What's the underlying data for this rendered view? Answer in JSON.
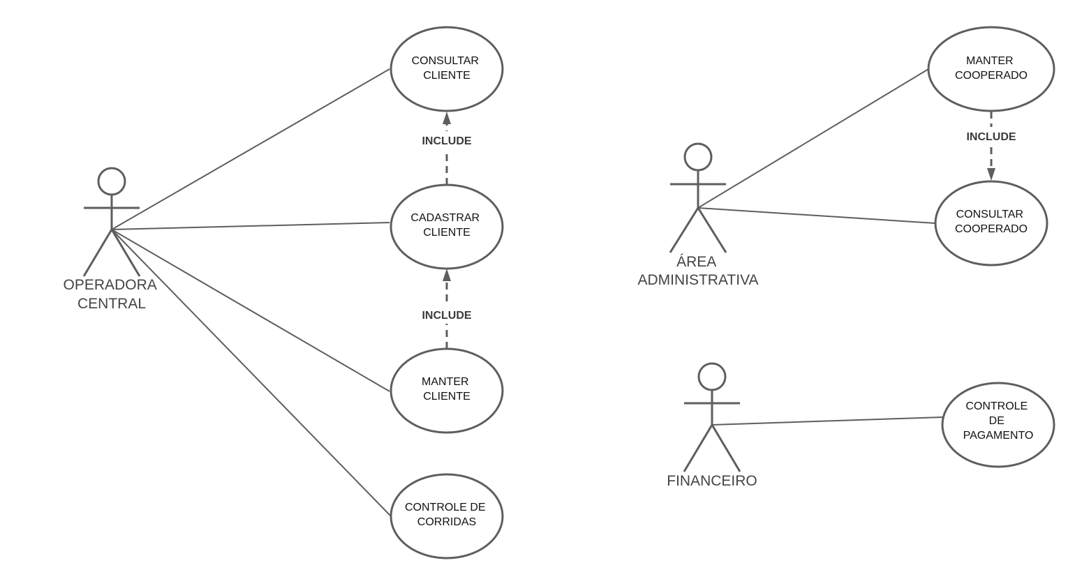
{
  "diagram": {
    "type": "use-case",
    "colors": {
      "stroke": "#5e5e5e",
      "text": "#111111",
      "actor_text": "#444444",
      "background": "#ffffff"
    },
    "actors": [
      {
        "id": "operadora",
        "label_lines": [
          "OPERADORA",
          "CENTRAL"
        ]
      },
      {
        "id": "area_adm",
        "label_lines": [
          "ÁREA",
          "ADMINISTRATIVA"
        ]
      },
      {
        "id": "financeiro",
        "label_lines": [
          "FINANCEIRO"
        ]
      }
    ],
    "use_cases": [
      {
        "id": "consultar_cliente",
        "label_lines": [
          "CONSULTAR",
          "CLIENTE"
        ]
      },
      {
        "id": "cadastrar_cliente",
        "label_lines": [
          "CADASTRAR",
          "CLIENTE"
        ]
      },
      {
        "id": "manter_cliente",
        "label_lines": [
          "MANTER",
          "CLIENTE"
        ]
      },
      {
        "id": "controle_corridas",
        "label_lines": [
          "CONTROLE DE",
          "CORRIDAS"
        ]
      },
      {
        "id": "manter_cooperado",
        "label_lines": [
          "MANTER",
          "COOPERADO"
        ]
      },
      {
        "id": "consultar_cooperado",
        "label_lines": [
          "CONSULTAR",
          "COOPERADO"
        ]
      },
      {
        "id": "controle_pagamento",
        "label_lines": [
          "CONTROLE",
          "DE",
          "PAGAMENTO"
        ]
      }
    ],
    "associations": [
      {
        "actor": "operadora",
        "use_case": "consultar_cliente"
      },
      {
        "actor": "operadora",
        "use_case": "cadastrar_cliente"
      },
      {
        "actor": "operadora",
        "use_case": "manter_cliente"
      },
      {
        "actor": "operadora",
        "use_case": "controle_corridas"
      },
      {
        "actor": "area_adm",
        "use_case": "manter_cooperado"
      },
      {
        "actor": "area_adm",
        "use_case": "consultar_cooperado"
      },
      {
        "actor": "financeiro",
        "use_case": "controle_pagamento"
      }
    ],
    "includes": [
      {
        "from": "cadastrar_cliente",
        "to": "consultar_cliente",
        "label": "INCLUDE"
      },
      {
        "from": "manter_cliente",
        "to": "cadastrar_cliente",
        "label": "INCLUDE"
      },
      {
        "from": "manter_cooperado",
        "to": "consultar_cooperado",
        "label": "INCLUDE"
      }
    ]
  }
}
